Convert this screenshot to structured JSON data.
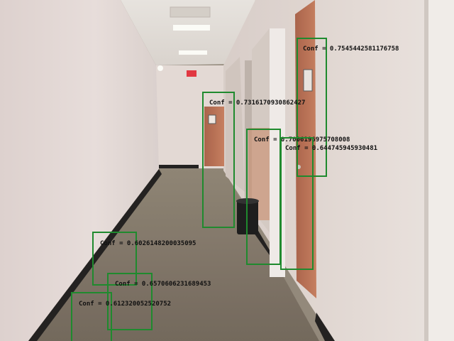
{
  "detections": [
    {
      "label": "Conf = 0.7545442581176758"
    },
    {
      "label": "Conf = 0.7316170930862427"
    },
    {
      "label": "Conf = 0.7006196975708008"
    },
    {
      "label": "Conf = 0.644745945930481"
    },
    {
      "label": "Conf = 0.6026148200035095"
    },
    {
      "label": "Conf = 0.6570606231689453"
    },
    {
      "label": "Conf = 0.612320052520752"
    }
  ],
  "colors": {
    "box": "#1f8a2e",
    "label_text": "#111111",
    "exit_sign": "#e0303a",
    "door": "#b86a4c",
    "wall": "#e3d9d4",
    "carpet": "#7a6e5e"
  }
}
